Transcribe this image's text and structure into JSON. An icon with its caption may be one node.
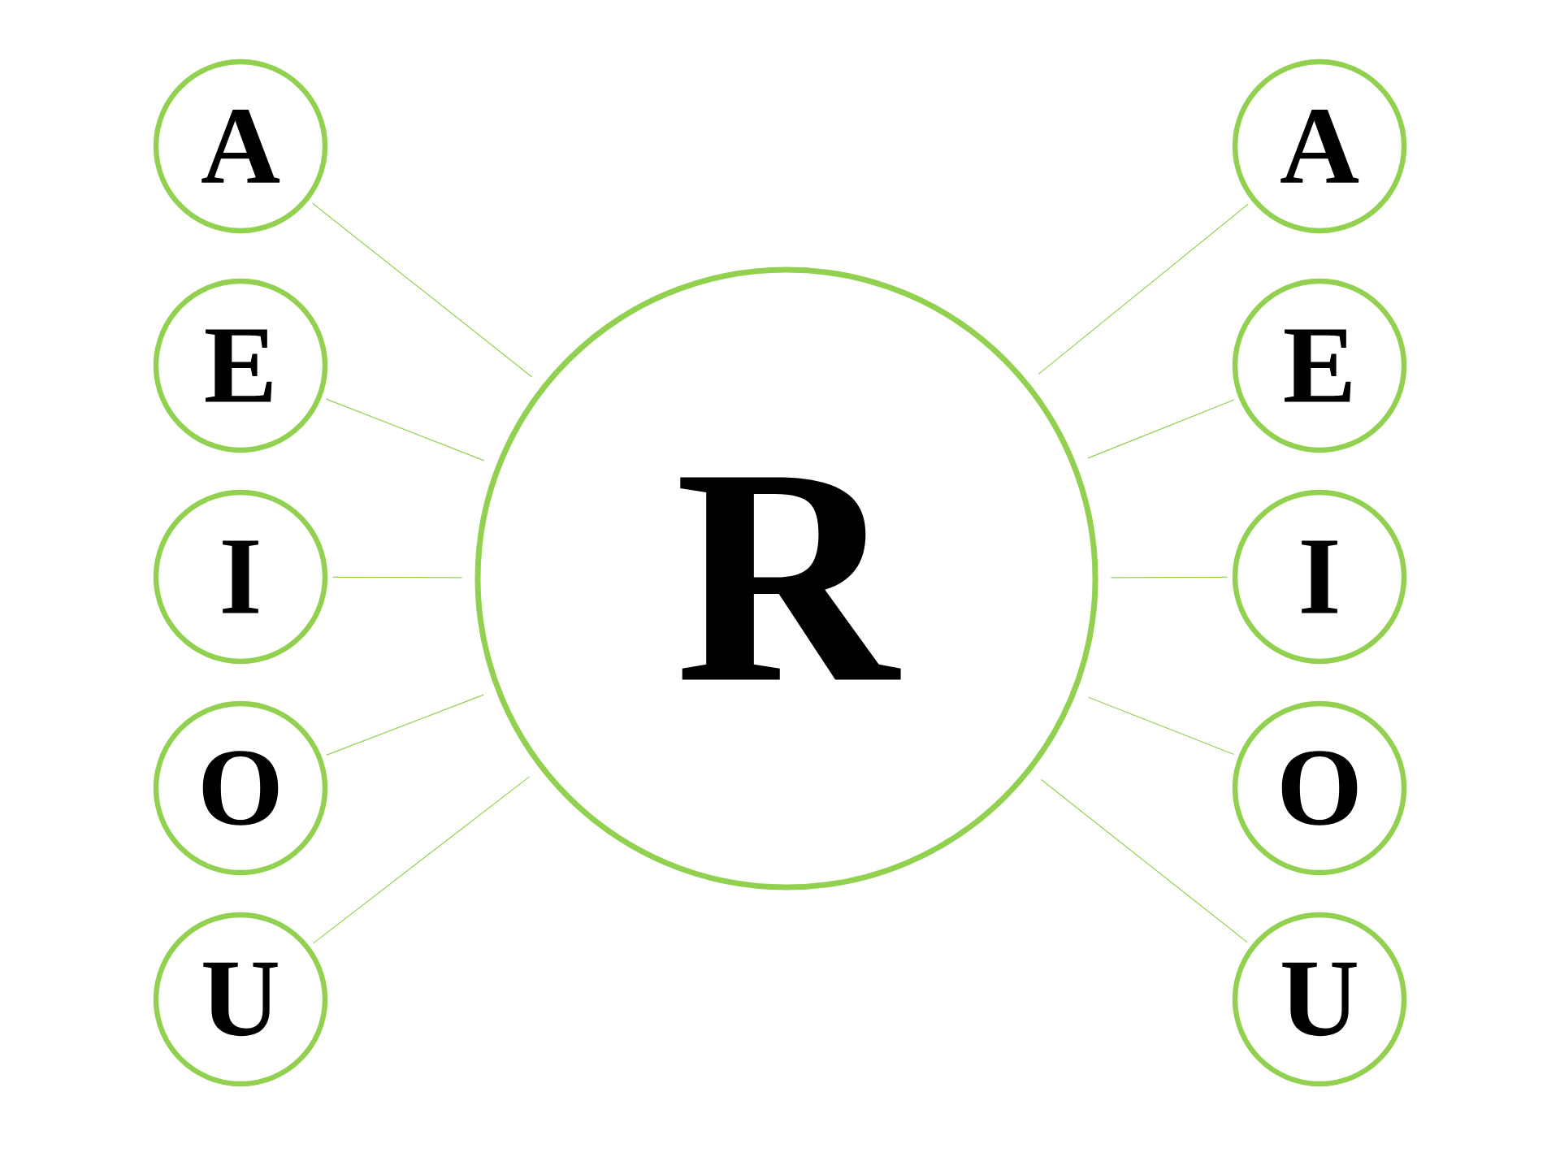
{
  "diagram": {
    "nodes": [
      {
        "text": [
          "R"
        ]
      },
      {
        "text": [
          "A"
        ]
      },
      {
        "text": [
          "E"
        ]
      },
      {
        "text": [
          "I"
        ]
      },
      {
        "text": [
          "O"
        ]
      },
      {
        "text": [
          "U"
        ]
      },
      {
        "text": [
          "A"
        ]
      },
      {
        "text": [
          "E"
        ]
      },
      {
        "text": [
          "I"
        ]
      },
      {
        "text": [
          "O"
        ]
      },
      {
        "text": [
          "U"
        ]
      }
    ],
    "edges": [
      {
        "from": 1,
        "to": 0,
        "arrow": "none"
      },
      {
        "from": 2,
        "to": 0,
        "arrow": "none"
      },
      {
        "from": 3,
        "to": 0,
        "arrow": "none"
      },
      {
        "from": 4,
        "to": 0,
        "arrow": "none"
      },
      {
        "from": 5,
        "to": 0,
        "arrow": "none"
      },
      {
        "from": 6,
        "to": 0,
        "arrow": "none"
      },
      {
        "from": 7,
        "to": 0,
        "arrow": "none"
      },
      {
        "from": 8,
        "to": 0,
        "arrow": "none"
      },
      {
        "from": 9,
        "to": 0,
        "arrow": "none"
      },
      {
        "from": 10,
        "to": 0,
        "arrow": "none"
      }
    ]
  }
}
